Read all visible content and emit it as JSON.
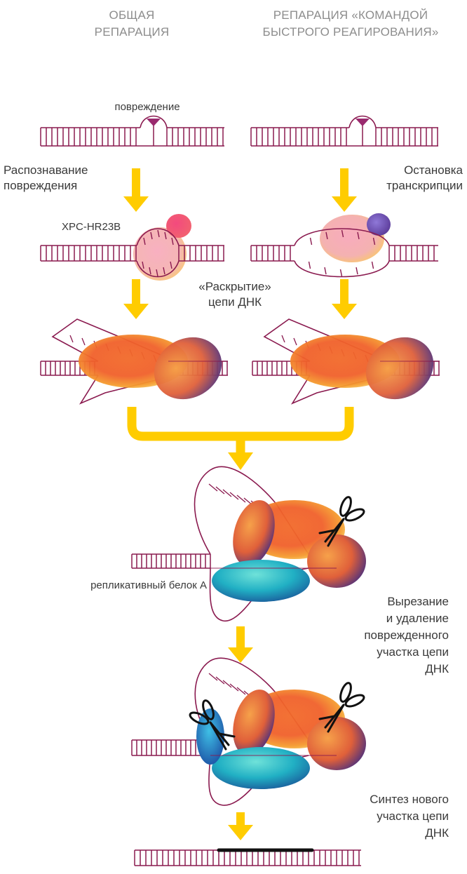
{
  "headers": {
    "general_line1": "ОБЩАЯ",
    "general_line2": "РЕПАРАЦИЯ",
    "rapid_line1": "РЕПАРАЦИЯ «КОМАНДОЙ",
    "rapid_line2": "БЫСТРОГО РЕАГИРОВАНИЯ»"
  },
  "labels": {
    "damage": "повреждение",
    "recognition_line1": "Распознавание",
    "recognition_line2": "повреждения",
    "transcription_stop_line1": "Остановка",
    "transcription_stop_line2": "транскрипции",
    "xpc": "XPC-HR23B",
    "opening_line1": "«Раскрытие»",
    "opening_line2": "цепи ДНК",
    "rpa": "репликативный белок А",
    "excision_line1": "Вырезание",
    "excision_line2": "и удаление",
    "excision_line3": "поврежденного",
    "excision_line4": "участка цепи",
    "excision_line5": "ДНК",
    "synthesis_line1": "Синтез нового",
    "synthesis_line2": "участка цепи",
    "synthesis_line3": "ДНК"
  },
  "colors": {
    "dna": "#8a1a4f",
    "arrow": "#ffcc00",
    "header_text": "#8d8d8d",
    "label_text": "#3a3a3a",
    "lesion": "#9a2a6e",
    "new_strand": "#111111"
  },
  "icons": [
    "scissors-icon"
  ]
}
